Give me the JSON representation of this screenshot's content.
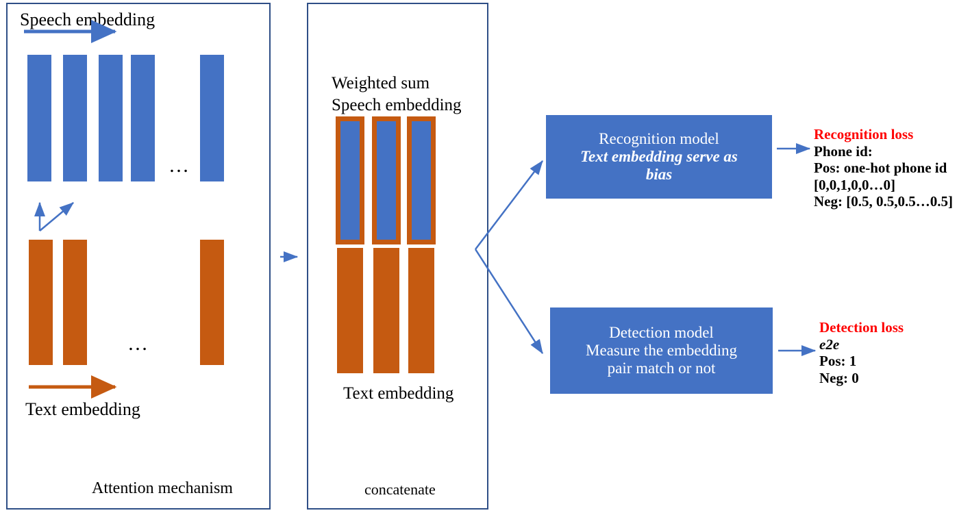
{
  "figure": {
    "title": "Attention-based speech-text embedding architecture",
    "colors": {
      "blue": "#4472C4",
      "orange": "#C55A11",
      "panel_border": "#2E4E86",
      "loss_red": "#FF0000",
      "text": "#000000",
      "box_text": "#FFFFFF"
    }
  },
  "panels": {
    "attention": {
      "caption": "Attention mechanism",
      "speech_label": "Speech embedding",
      "text_label": "Text embedding",
      "speech_ellipsis": "…",
      "text_ellipsis": "…",
      "speech_bar_count": 5,
      "text_bar_count": 3
    },
    "concatenate": {
      "caption": "concatenate",
      "weighted_line1": "Weighted sum",
      "weighted_line2": "Speech embedding",
      "text_label": "Text embedding",
      "combo_bar_count": 3,
      "text_bar_count": 3
    }
  },
  "models": {
    "recognition": {
      "line1": "Recognition model",
      "line2": "Text embedding serve as",
      "line3": "bias"
    },
    "detection": {
      "line1": "Detection model",
      "line2": "Measure the embedding",
      "line3": "pair match or not"
    }
  },
  "losses": {
    "recognition": {
      "title": "Recognition loss",
      "lines": [
        "Phone  id:",
        "Pos: one-hot phone id",
        "[0,0,1,0,0…0]",
        "Neg: [0.5, 0.5,0.5…0.5]"
      ]
    },
    "detection": {
      "title": "Detection loss",
      "lines": [
        "e2e",
        "Pos: 1",
        "Neg: 0"
      ]
    }
  },
  "icons": {
    "speech_arrow": "right-arrow-icon",
    "text_arrow": "right-arrow-icon",
    "attention_arrow_up": "up-arrow-icon",
    "attention_arrow_diagonal": "diagonal-arrow-icon",
    "panel_link_arrow": "right-arrow-icon",
    "branch_arrow_upper": "branch-arrow-icon",
    "branch_arrow_lower": "branch-arrow-icon",
    "recognition_out_arrow": "right-arrow-icon",
    "detection_out_arrow": "right-arrow-icon"
  }
}
